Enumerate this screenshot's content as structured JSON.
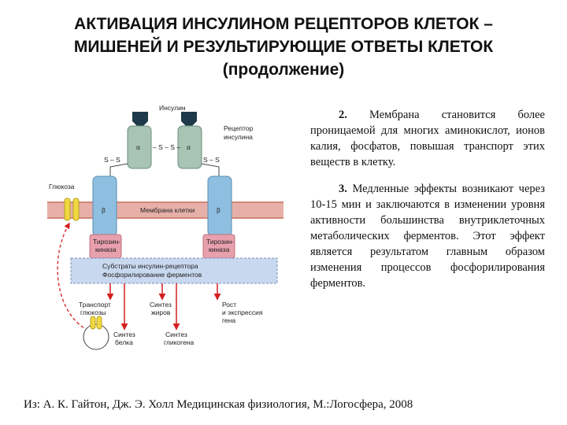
{
  "title": {
    "line1": "АКТИВАЦИЯ ИНСУЛИНОМ РЕЦЕПТОРОВ КЛЕТОК –",
    "line2": "МИШЕНЕЙ И РЕЗУЛЬТИРУЮЩИЕ ОТВЕТЫ КЛЕТОК",
    "line3": "(продолжение)"
  },
  "diagram": {
    "insulin": "Инсулин",
    "receptor": "Рецептор\nинсулина",
    "alpha": "α",
    "beta": "β",
    "ss": "S – S",
    "ss_bridge": "– S – S –",
    "glucose": "Глюкоза",
    "membrane": "Мембрана клетки",
    "tyrosine_kinase": "Тирозин-\nкиназа",
    "substrates": "Субстраты инсулин-рецептора\nФосфорилирование ферментов",
    "transport": "Транспорт\nглюкозы",
    "fat_synth": "Синтез\nжиров",
    "growth": "Рост\nи экспрессия\nгена",
    "protein_synth": "Синтез\nбелка",
    "glycogen_synth": "Синтез\nгликогена"
  },
  "text": {
    "p1_num": "2.",
    "p1": " Мембрана становится более проницаемой для многих аминокислот, ионов калия, фосфатов, повышая транспорт этих веществ в клетку.",
    "p2_num": "3.",
    "p2": " Медленные эффекты возникают через 10-15 мин и заключаются в изменении уровня активности большинства внутриклеточных метаболических ферментов. Этот эффект является результатом главным образом изменения процессов фосфорилирования ферментов."
  },
  "source": "Из: А. К. Гайтон, Дж. Э. Холл Медицинская физиология, М.:Логосфера, 2008",
  "colors": {
    "alpha": "#a8c4b4",
    "beta": "#8fbfe0",
    "membrane": "#e6b0a8",
    "kinase": "#e8a0ac",
    "substrate": "#c8d8ee",
    "arrow_red": "#d42020",
    "insulin": "#1e3a4a",
    "glucose": "#f0d840"
  }
}
